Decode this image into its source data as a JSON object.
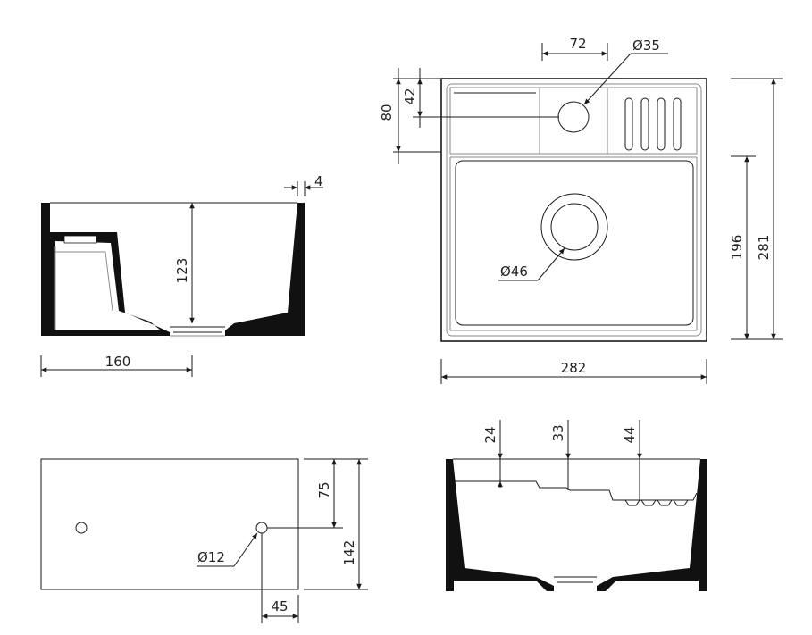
{
  "side_section": {
    "wall_thickness": "4",
    "depth": "123",
    "width": "160"
  },
  "top_view": {
    "soap_offset": "72",
    "tap_hole_diameter": "Ø35",
    "shelf_offset_42": "42",
    "shelf_offset_80": "80",
    "drain_diameter": "Ø46",
    "bowl_length": "196",
    "overall_length": "281",
    "overall_width": "282"
  },
  "back_view": {
    "top_to_hole": "75",
    "height": "142",
    "hole_diameter": "Ø12",
    "hole_offset": "45"
  },
  "front_section": {
    "step_24": "24",
    "step_33": "33",
    "step_44": "44"
  }
}
